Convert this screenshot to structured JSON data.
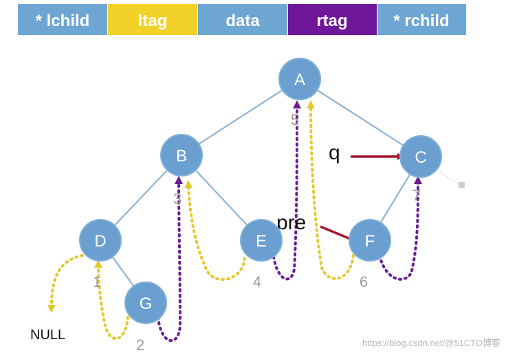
{
  "header": {
    "fields": [
      {
        "label": "* lchild",
        "color": "#6ea6d3"
      },
      {
        "label": "ltag",
        "color": "#f2d128"
      },
      {
        "label": "data",
        "color": "#6ea6d3"
      },
      {
        "label": "rtag",
        "color": "#6f169a"
      },
      {
        "label": "* rchild",
        "color": "#6ea6d3"
      }
    ]
  },
  "tree": {
    "nodes": [
      "A",
      "B",
      "C",
      "D",
      "E",
      "F",
      "G"
    ],
    "edges": [
      [
        "A",
        "B"
      ],
      [
        "A",
        "C"
      ],
      [
        "B",
        "D"
      ],
      [
        "B",
        "E"
      ],
      [
        "C",
        "F"
      ],
      [
        "D",
        "G"
      ]
    ],
    "order_numbers": [
      {
        "node": "D",
        "number": "1"
      },
      {
        "node": "G",
        "number": "2"
      },
      {
        "node": "B",
        "number": "3"
      },
      {
        "node": "E",
        "number": "4"
      },
      {
        "node": "A",
        "number": "5"
      },
      {
        "node": "F",
        "number": "6"
      },
      {
        "node": "C",
        "number": "7"
      }
    ]
  },
  "pointers": {
    "q": {
      "label": "q",
      "target": "C"
    },
    "pre": {
      "label": "pre",
      "target": "F"
    }
  },
  "null_label": "NULL",
  "watermark": "https://blog.csdn.net/@51CTO博客",
  "colors": {
    "node": "#6a9fcf",
    "edge": "#8fb3d2",
    "thread_left": "#e3c92e",
    "thread_right": "#6a1d94",
    "pointer_arrow": "#a3142c"
  }
}
